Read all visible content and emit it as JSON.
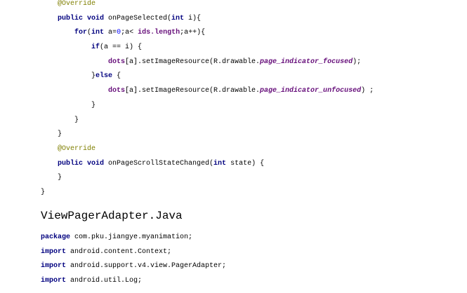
{
  "code_top": [
    {
      "indent": 1,
      "tokens": [
        [
          "ann",
          "@Override"
        ]
      ]
    },
    {
      "indent": 1,
      "tokens": [
        [
          "kw",
          "public void"
        ],
        [
          "txt",
          " onPageSelected("
        ],
        [
          "kw",
          "int"
        ],
        [
          "txt",
          " i){"
        ]
      ]
    },
    {
      "indent": 2,
      "tokens": [
        [
          "kw",
          "for"
        ],
        [
          "txt",
          "("
        ],
        [
          "kw",
          "int"
        ],
        [
          "txt",
          " a="
        ],
        [
          "num",
          "0"
        ],
        [
          "txt",
          ";a< "
        ],
        [
          "fld",
          "ids.length"
        ],
        [
          "txt",
          ";a++){"
        ]
      ]
    },
    {
      "indent": 3,
      "tokens": [
        [
          "kw",
          "if"
        ],
        [
          "txt",
          "(a == i) {"
        ]
      ]
    },
    {
      "indent": 4,
      "tokens": [
        [
          "fld",
          "dots"
        ],
        [
          "txt",
          "[a].setImageResource(R.drawable."
        ],
        [
          "sfld",
          "page_indicator_focused"
        ],
        [
          "txt",
          ");"
        ]
      ]
    },
    {
      "indent": 3,
      "tokens": [
        [
          "txt",
          "}"
        ],
        [
          "kw",
          "else"
        ],
        [
          "txt",
          " {"
        ]
      ]
    },
    {
      "indent": 4,
      "tokens": [
        [
          "fld",
          "dots"
        ],
        [
          "txt",
          "[a].setImageResource(R.drawable."
        ],
        [
          "sfld",
          "page_indicator_unfocused"
        ],
        [
          "txt",
          ") ;"
        ]
      ]
    },
    {
      "indent": 3,
      "tokens": [
        [
          "txt",
          "}"
        ]
      ]
    },
    {
      "indent": 2,
      "tokens": [
        [
          "txt",
          "}"
        ]
      ]
    },
    {
      "indent": 1,
      "tokens": [
        [
          "txt",
          "}"
        ]
      ]
    },
    {
      "indent": 1,
      "tokens": [
        [
          "ann",
          "@Override"
        ]
      ]
    },
    {
      "indent": 1,
      "tokens": [
        [
          "kw",
          "public void"
        ],
        [
          "txt",
          " onPageScrollStateChanged("
        ],
        [
          "kw",
          "int"
        ],
        [
          "txt",
          " state) {"
        ]
      ]
    },
    {
      "indent": 1,
      "tokens": [
        [
          "txt",
          "}"
        ]
      ]
    },
    {
      "indent": 0,
      "tokens": [
        [
          "txt",
          "}"
        ]
      ]
    }
  ],
  "heading": "ViewPagerAdapter.Java",
  "code_bottom": [
    {
      "indent": 0,
      "tokens": [
        [
          "kw",
          "package"
        ],
        [
          "txt",
          " com.pku.jiangye.myanimation;"
        ]
      ]
    },
    {
      "indent": 0,
      "tokens": [
        [
          "kw",
          "import"
        ],
        [
          "txt",
          " android.content.Context;"
        ]
      ]
    },
    {
      "indent": 0,
      "tokens": [
        [
          "kw",
          "import"
        ],
        [
          "txt",
          " android.support.v4.view.PagerAdapter;"
        ]
      ]
    },
    {
      "indent": 0,
      "tokens": [
        [
          "kw",
          "import"
        ],
        [
          "txt",
          " android.util.Log;"
        ]
      ]
    }
  ]
}
